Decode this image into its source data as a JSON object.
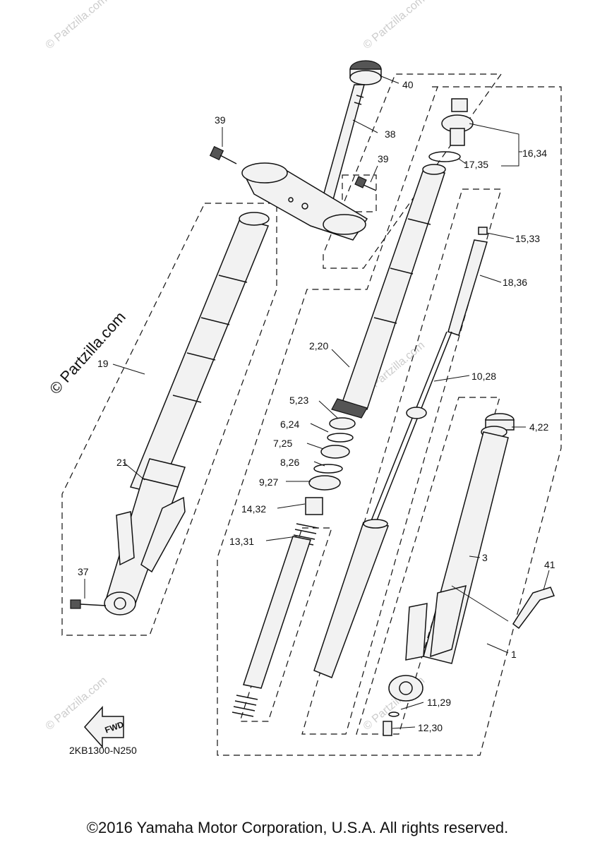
{
  "watermark": {
    "text": "© Partzilla.com",
    "small_text": "© Partzilla.com"
  },
  "callouts": {
    "c40": "40",
    "c38": "38",
    "c39a": "39",
    "c39b": "39",
    "c16_34": "16,34",
    "c17_35": "17,35",
    "c15_33": "15,33",
    "c18_36": "18,36",
    "c19": "19",
    "c2_20": "2,20",
    "c10_28": "10,28",
    "c5_23": "5,23",
    "c6_24": "6,24",
    "c4_22": "4,22",
    "c7_25": "7,25",
    "c8_26": "8,26",
    "c9_27": "9,27",
    "c21": "21",
    "c14_32": "14,32",
    "c13_31": "13,31",
    "c3": "3",
    "c41": "41",
    "c37": "37",
    "c1": "1",
    "c11_29": "11,29",
    "c12_30": "12,30"
  },
  "fwd_label": "FWD",
  "diagram_code": "2KB1300-N250",
  "copyright": "©2016 Yamaha Motor Corporation, U.S.A. All rights reserved."
}
